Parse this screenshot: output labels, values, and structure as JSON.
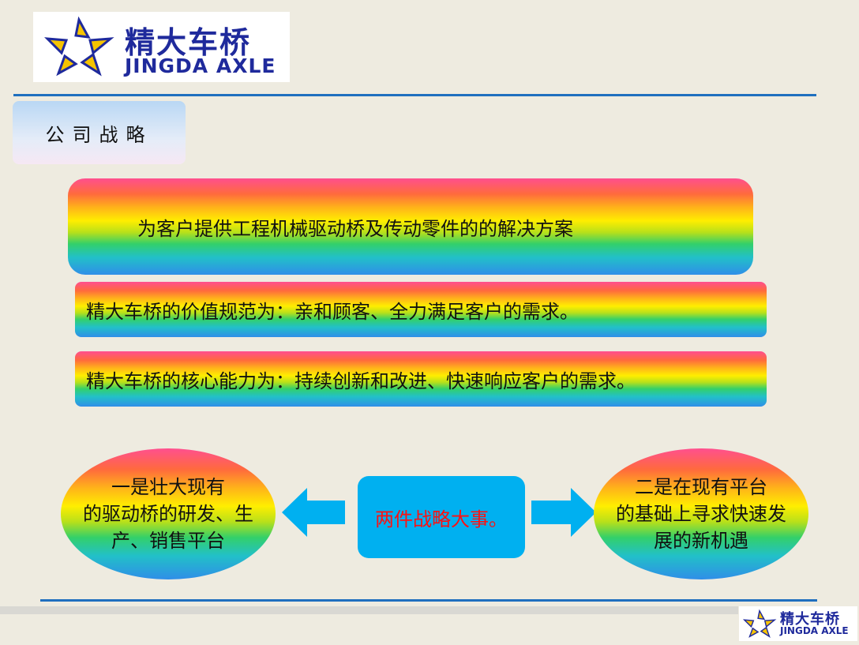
{
  "logo": {
    "cn": "精大车桥",
    "en": "JINGDA AXLE"
  },
  "section_tag": "公司战略",
  "statements": [
    "为客户提供工程机械驱动桥及传动零件的的解决方案",
    "精大车桥的价值规范为：亲和顾客、全力满足客户的需求。",
    "精大车桥的核心能力为：持续创新和改进、快速响应客户的需求。"
  ],
  "center": "两件战略大事。",
  "left_point": [
    "一是壮大现有",
    "的驱动桥的研发、生",
    "产、销售平台"
  ],
  "right_point": [
    "二是在现有平台",
    "的基础上寻求快速发",
    "展的新机遇"
  ],
  "colors": {
    "line": "#1f6fbf",
    "center_bg": "#00b0f0",
    "center_text": "#ff1010",
    "logo_text": "#1f2a9c",
    "logo_yellow": "#f6c400"
  }
}
